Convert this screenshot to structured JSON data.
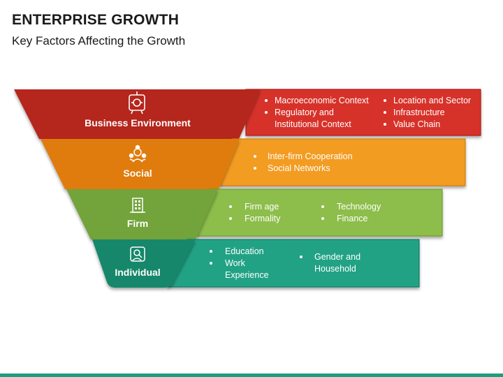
{
  "header": {
    "title": "ENTERPRISE GROWTH",
    "subtitle": "Key Factors Affecting the Growth"
  },
  "colors": {
    "business": "#b5271f",
    "business_box": "#d7302b",
    "social": "#e07b0c",
    "social_box": "#f39c23",
    "firm": "#73a33b",
    "firm_box": "#8dbd4c",
    "individual": "#17876a",
    "individual_box": "#21a284",
    "footer_bar": "#1d9e7d"
  },
  "levels": [
    {
      "label": "Business Environment",
      "icon": "business-network-icon",
      "col1": [
        "Macroeconomic Context",
        "Regulatory and",
        "Institutional Context"
      ],
      "col2": [
        "Location and Sector",
        "Infrastructure",
        "Value Chain"
      ]
    },
    {
      "label": "Social",
      "icon": "people-network-icon",
      "col1": [
        "Inter-firm Cooperation",
        "Social Networks"
      ],
      "col2": []
    },
    {
      "label": "Firm",
      "icon": "building-icon",
      "col1": [
        "Firm age",
        "Formality"
      ],
      "col2": [
        "Technology",
        "Finance"
      ]
    },
    {
      "label": "Individual",
      "icon": "person-search-icon",
      "col1": [
        "Education",
        "Work",
        "Experience"
      ],
      "col2": [
        "Gender and",
        "Household"
      ]
    }
  ]
}
